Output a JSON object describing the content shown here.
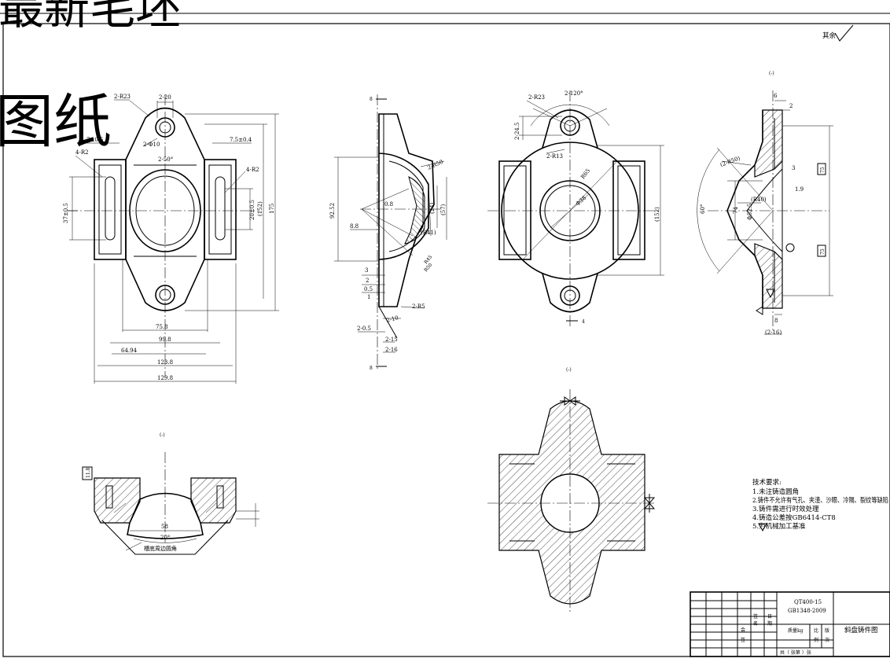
{
  "overlay": {
    "title_line1": "最新毛坯",
    "title_line2": "图纸"
  },
  "roughness_note": "其余",
  "section_marks": {
    "top_right": "(-)",
    "bottom_left": "(-)",
    "bottom_center": "(-)"
  },
  "front_view": {
    "dims": [
      "2-R23",
      "2-20",
      "2-Φ10",
      "2-50°",
      "7±0.5",
      "4-R2",
      "7.5±0.4",
      "4-R2",
      "37±0.5",
      "20±0.5",
      "(152)",
      "175",
      "75.8",
      "99.8",
      "64.94",
      "123.8",
      "129.8"
    ]
  },
  "side_view": {
    "dims": [
      "8",
      "2-R50",
      "92.52",
      "0.8",
      "(24)",
      "(57)",
      "8.8",
      "(R41)",
      "R45",
      "R50",
      "3",
      "2",
      "0.5",
      "1",
      "2-R5",
      "2-10",
      "2-0.5",
      "2-15",
      "2-16",
      "8"
    ]
  },
  "top_view": {
    "dims": [
      "2-R23",
      "2-120°",
      "2-24.5",
      "2-R13",
      "R65",
      "Φ38",
      "(152)",
      "4"
    ]
  },
  "right_section": {
    "dims": [
      "6",
      "2",
      "(2-R50)",
      "3",
      "75",
      "(R40)",
      "1.9",
      "60°",
      "74",
      "Φ52.5",
      "75",
      "8",
      "(2-16)"
    ]
  },
  "bottom_section": {
    "dims": [
      "11.8",
      "58",
      "20°"
    ],
    "note": "槽底周边圆角"
  },
  "tech_notes": {
    "heading": "技术要求:",
    "items": [
      "1.未注铸造圆角",
      "2.铸件不允许有气孔、夹渣、沙眼、冷隔、裂纹等缺陷",
      "3.铸件需进行时效处理",
      "4.铸造公差按GB6414-CT8",
      "5.为机械加工基准"
    ]
  },
  "title_block": {
    "material": "QT400-15",
    "standard": "GB1348-2009",
    "part_name": "斜盘铸件图",
    "labels": [
      "签",
      "日",
      "名",
      "期",
      "会",
      "签",
      "质量kg",
      "比",
      "版",
      "例",
      "次",
      "共（ 张第 ）张"
    ]
  }
}
